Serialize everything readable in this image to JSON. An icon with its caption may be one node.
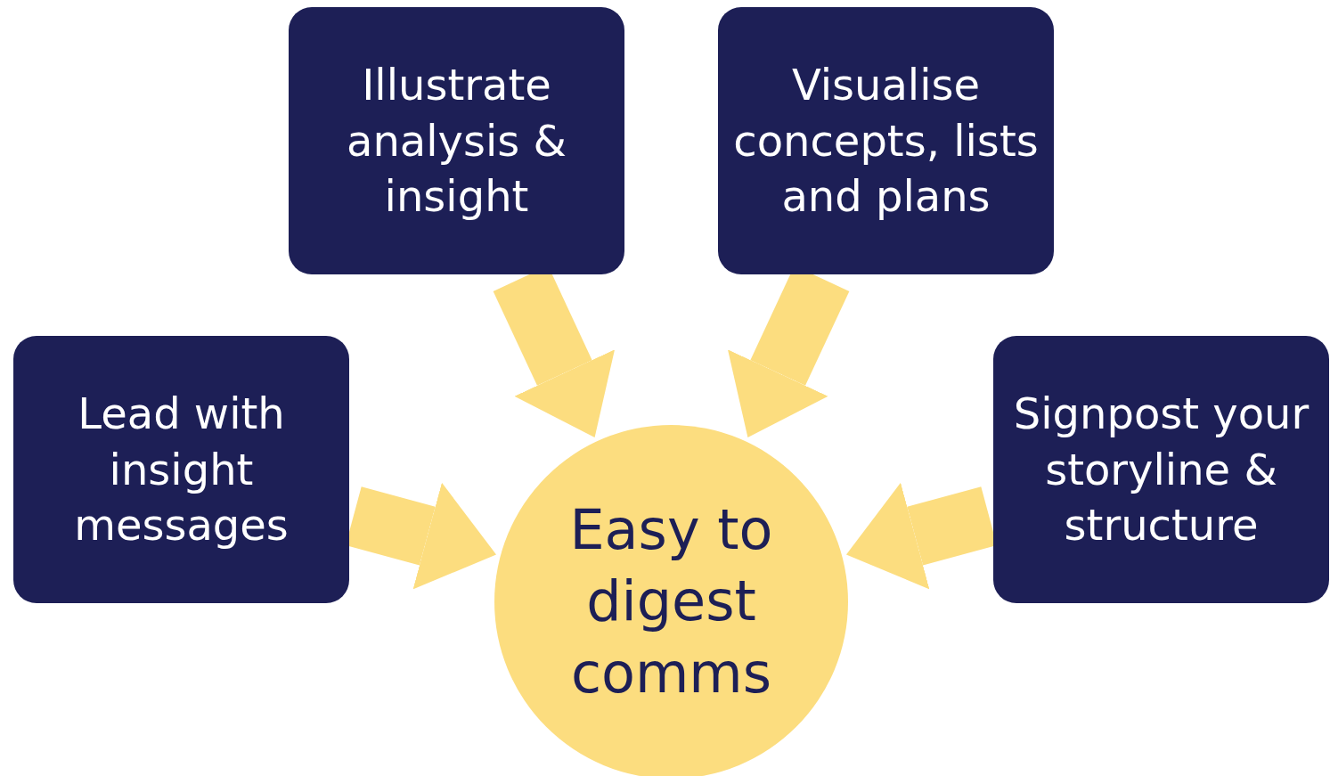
{
  "diagram": {
    "nodes": [
      {
        "text": [
          "Illustrate analysis & insight"
        ]
      },
      {
        "text": [
          "Visualise concepts, lists and plans"
        ]
      },
      {
        "text": [
          "Lead with insight messages"
        ]
      },
      {
        "text": [
          "Signpost your storyline & structure"
        ]
      },
      {
        "text": [
          "Easy to digest comms"
        ]
      }
    ],
    "edges": [
      {
        "from": 0,
        "to": 4,
        "arrow": "to"
      },
      {
        "from": 1,
        "to": 4,
        "arrow": "to"
      },
      {
        "from": 2,
        "to": 4,
        "arrow": "to"
      },
      {
        "from": 3,
        "to": 4,
        "arrow": "to"
      }
    ]
  }
}
